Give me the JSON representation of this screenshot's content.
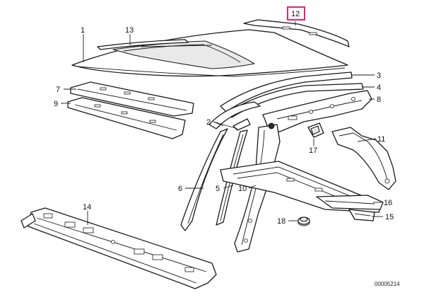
{
  "diagram": {
    "callouts": {
      "c1": "1",
      "c2": "2",
      "c3": "3",
      "c4": "4",
      "c5": "5",
      "c6": "6",
      "c7": "7",
      "c8": "8",
      "c9": "9",
      "c10": "10",
      "c11": "11",
      "c12": "12",
      "c13": "13",
      "c14": "14",
      "c15": "15",
      "c16": "16",
      "c17": "17",
      "c18": "18"
    },
    "highlighted_callout": "12",
    "highlight_color": "#e0227a",
    "reference_number": "00005214"
  }
}
